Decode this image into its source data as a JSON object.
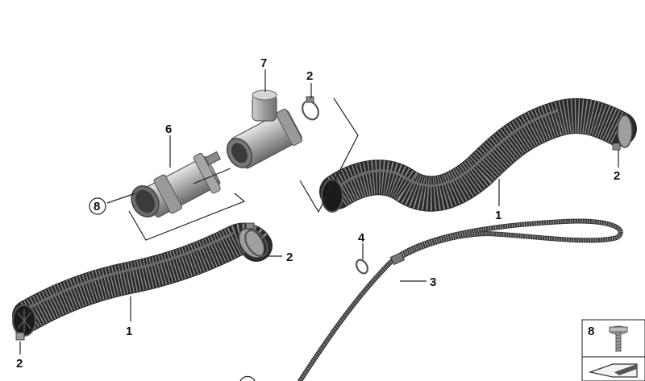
{
  "callouts": {
    "c1_upper": "1",
    "c1_lower": "1",
    "c2_top": "2",
    "c2_right": "2",
    "c2_mid": "2",
    "c2_bottom": "2",
    "c3": "3",
    "c4": "4",
    "c6": "6",
    "c7": "7",
    "c8_circled": "8",
    "c8_box": "8"
  },
  "parts": [
    {
      "ref": "1",
      "name": "hose-corrugated"
    },
    {
      "ref": "2",
      "name": "hose-clamp"
    },
    {
      "ref": "3",
      "name": "breather-line"
    },
    {
      "ref": "4",
      "name": "small-clamp"
    },
    {
      "ref": "6",
      "name": "sensor-adapter"
    },
    {
      "ref": "7",
      "name": "air-mass-sensor"
    },
    {
      "ref": "8",
      "name": "screw"
    }
  ],
  "colors": {
    "hose_dark": "#2a2a2a",
    "rib_highlight": "#8a8a8a",
    "metal": "#b9b9b9",
    "line": "#222222"
  }
}
